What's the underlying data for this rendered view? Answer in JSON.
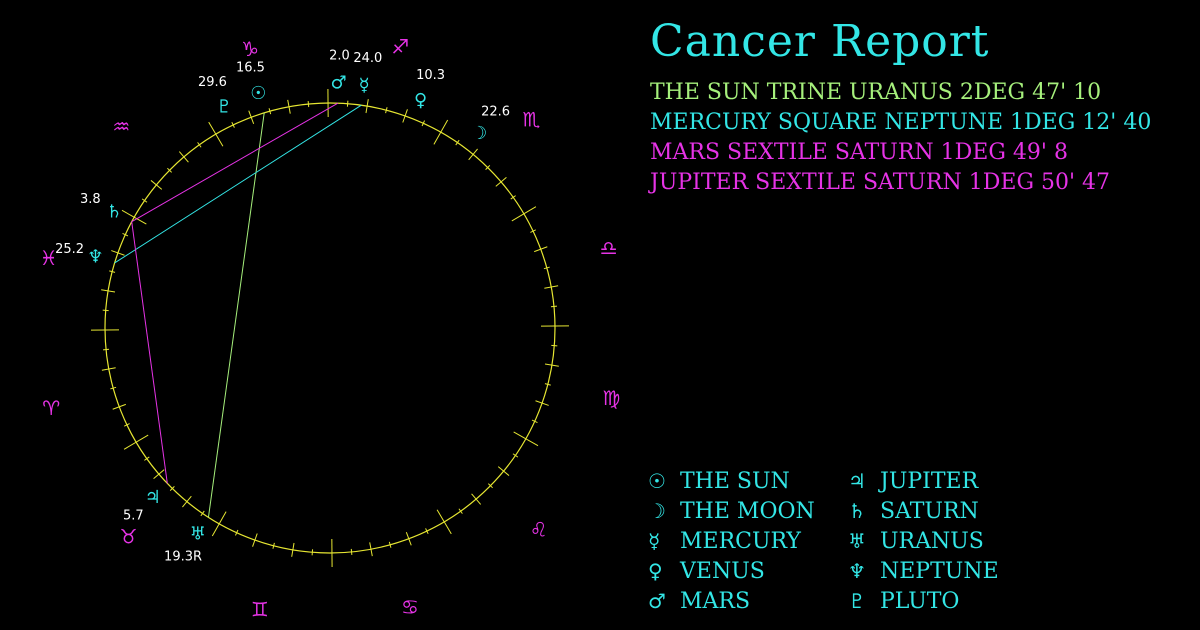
{
  "colors": {
    "background": "#000000",
    "wheel": "#e6e632",
    "planet": "#33e6e6",
    "sign": "#e633e6",
    "label": "#ffffff",
    "title": "#33e6e6"
  },
  "report": {
    "title": "Cancer Report"
  },
  "aspects": [
    {
      "text": "The Sun trine Uranus 2deg 47' 10",
      "color": "#a6f07c",
      "from": "sun",
      "to": "uranus"
    },
    {
      "text": "Mercury square Neptune 1deg 12' 40",
      "color": "#33e6e6",
      "from": "mercury",
      "to": "neptune"
    },
    {
      "text": "Mars sextile Saturn 1deg 49' 8",
      "color": "#e633e6",
      "from": "mars",
      "to": "saturn"
    },
    {
      "text": "Jupiter sextile Saturn 1deg 50' 47",
      "color": "#e633e6",
      "from": "jupiter",
      "to": "saturn"
    }
  ],
  "signs": [
    {
      "key": "aries",
      "glyph": "♈",
      "angle": 196
    },
    {
      "key": "taurus",
      "glyph": "♉",
      "angle": 226
    },
    {
      "key": "gemini",
      "glyph": "♊",
      "angle": 256
    },
    {
      "key": "cancer",
      "glyph": "♋",
      "angle": 286
    },
    {
      "key": "leo",
      "glyph": "♌",
      "angle": 316
    },
    {
      "key": "virgo",
      "glyph": "♍",
      "angle": 346
    },
    {
      "key": "libra",
      "glyph": "♎",
      "angle": 16
    },
    {
      "key": "scorpio",
      "glyph": "♏",
      "angle": 46
    },
    {
      "key": "sagittarius",
      "glyph": "♐",
      "angle": 76
    },
    {
      "key": "capricorn",
      "glyph": "♑",
      "angle": 106
    },
    {
      "key": "aquarius",
      "glyph": "♒",
      "angle": 136
    },
    {
      "key": "pisces",
      "glyph": "♓",
      "angle": 166
    }
  ],
  "planets": [
    {
      "key": "sun",
      "glyph": "☉",
      "angle": 107,
      "degree": "16.5"
    },
    {
      "key": "moon",
      "glyph": "☽",
      "angle": 52.5,
      "degree": "22.6"
    },
    {
      "key": "mercury",
      "glyph": "☿",
      "angle": 82,
      "degree": "24.0"
    },
    {
      "key": "venus",
      "glyph": "♀",
      "angle": 68.3,
      "degree": "10.3"
    },
    {
      "key": "mars",
      "glyph": "♂",
      "angle": 88,
      "degree": "2.0"
    },
    {
      "key": "jupiter",
      "glyph": "♃",
      "angle": 223.7,
      "degree": "5.7"
    },
    {
      "key": "saturn",
      "glyph": "♄",
      "angle": 151.8,
      "degree": "3.8"
    },
    {
      "key": "uranus",
      "glyph": "♅",
      "angle": 237.3,
      "degree": "19.3R"
    },
    {
      "key": "neptune",
      "glyph": "♆",
      "angle": 163.2,
      "degree": "25.2"
    },
    {
      "key": "pluto",
      "glyph": "♇",
      "angle": 115.6,
      "degree": "29.6"
    }
  ],
  "legend": [
    {
      "glyph": "☉",
      "name": "The Sun"
    },
    {
      "glyph": "☽",
      "name": "The Moon"
    },
    {
      "glyph": "☿",
      "name": "Mercury"
    },
    {
      "glyph": "♀",
      "name": "Venus"
    },
    {
      "glyph": "♂",
      "name": "Mars"
    },
    {
      "glyph": "♃",
      "name": "Jupiter"
    },
    {
      "glyph": "♄",
      "name": "Saturn"
    },
    {
      "glyph": "♅",
      "name": "Uranus"
    },
    {
      "glyph": "♆",
      "name": "Neptune"
    },
    {
      "glyph": "♇",
      "name": "Pluto"
    }
  ]
}
